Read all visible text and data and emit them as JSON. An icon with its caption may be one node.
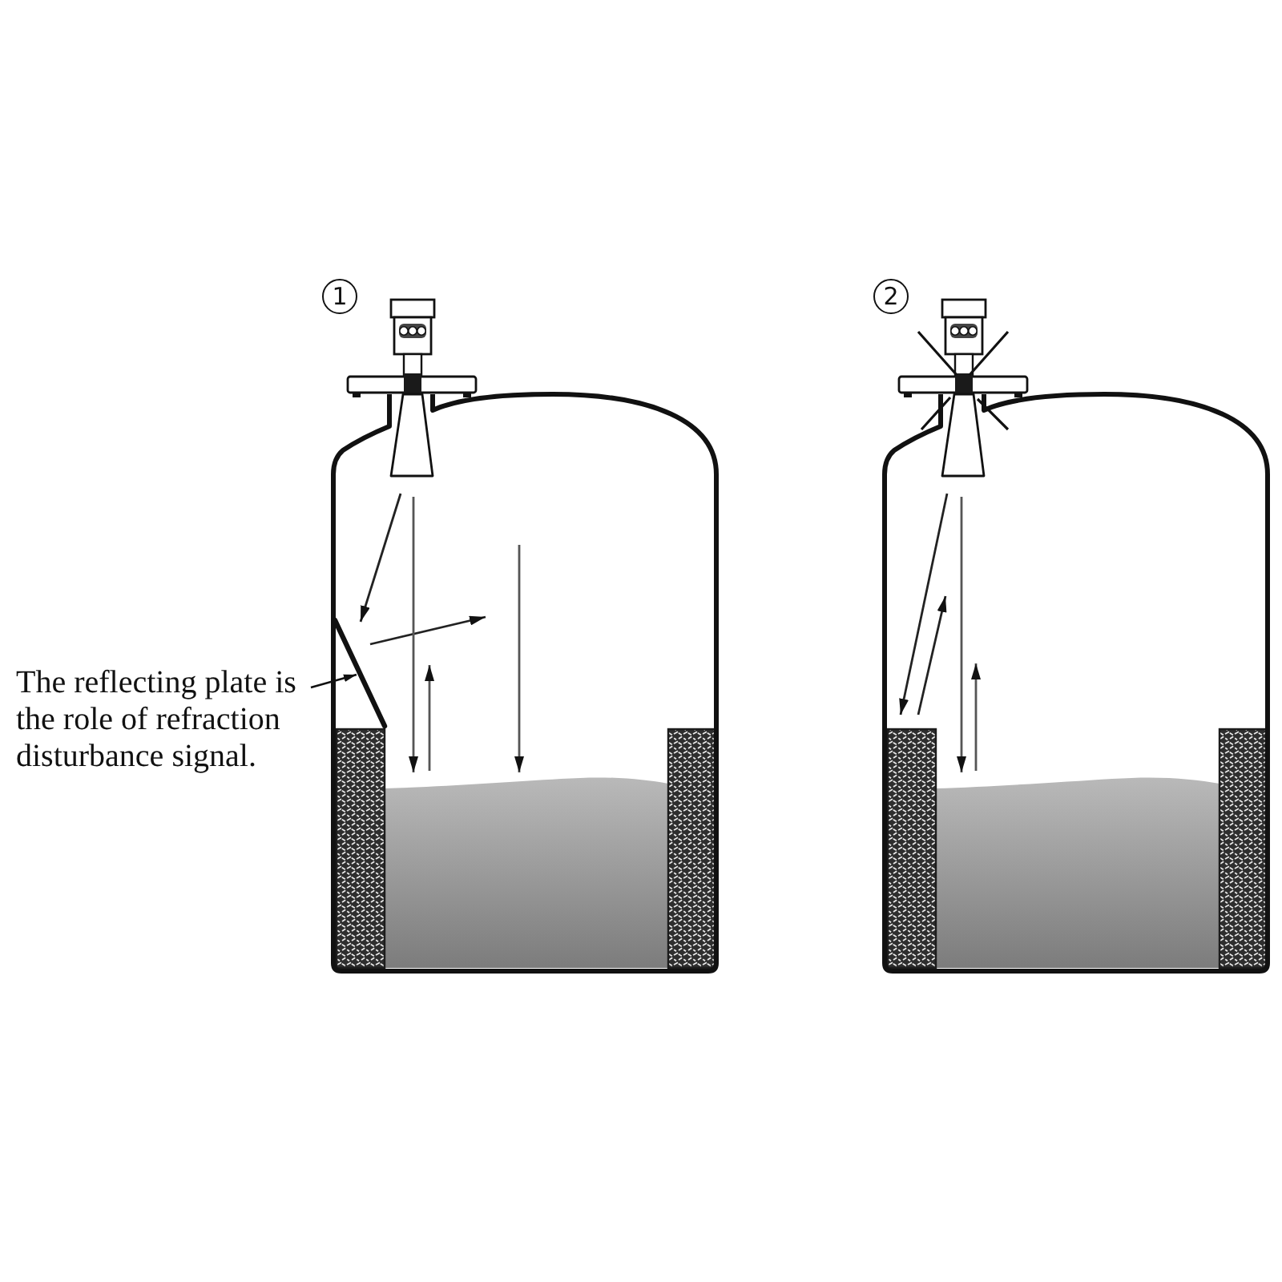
{
  "diagram": {
    "nodes": [
      {
        "text": [
          "The reflecting plate is the role of refraction disturbance signal."
        ]
      },
      {
        "text": [],
        "shape": "bar"
      }
    ],
    "edges": [
      {
        "from": 0,
        "to": 1,
        "arrow": "to"
      }
    ],
    "labels": [
      "1",
      "2"
    ]
  }
}
